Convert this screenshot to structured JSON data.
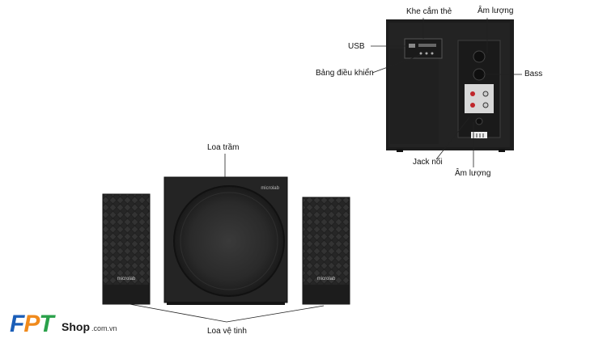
{
  "labels": {
    "khe_cam_the": "Khe cắm thẻ",
    "am_luong_top": "Âm lượng",
    "usb": "USB",
    "bang_dieu_khien": "Bảng điều khiển",
    "bass": "Bass",
    "jack_noi": "Jack nối",
    "am_luong_bottom": "Âm lượng",
    "loa_tram": "Loa trầm",
    "loa_ve_tinh": "Loa vệ tinh"
  },
  "brand_on_product": "microlab",
  "logo": {
    "letters": [
      "F",
      "P",
      "T"
    ],
    "letter_colors": [
      "#1a5eb8",
      "#f08a1c",
      "#2aa14a"
    ],
    "shop": "Shop",
    "domain": ".com.vn"
  },
  "colors": {
    "speaker_body": "#1f1f1f",
    "speaker_front": "#2b2b2b",
    "background": "#ffffff"
  }
}
